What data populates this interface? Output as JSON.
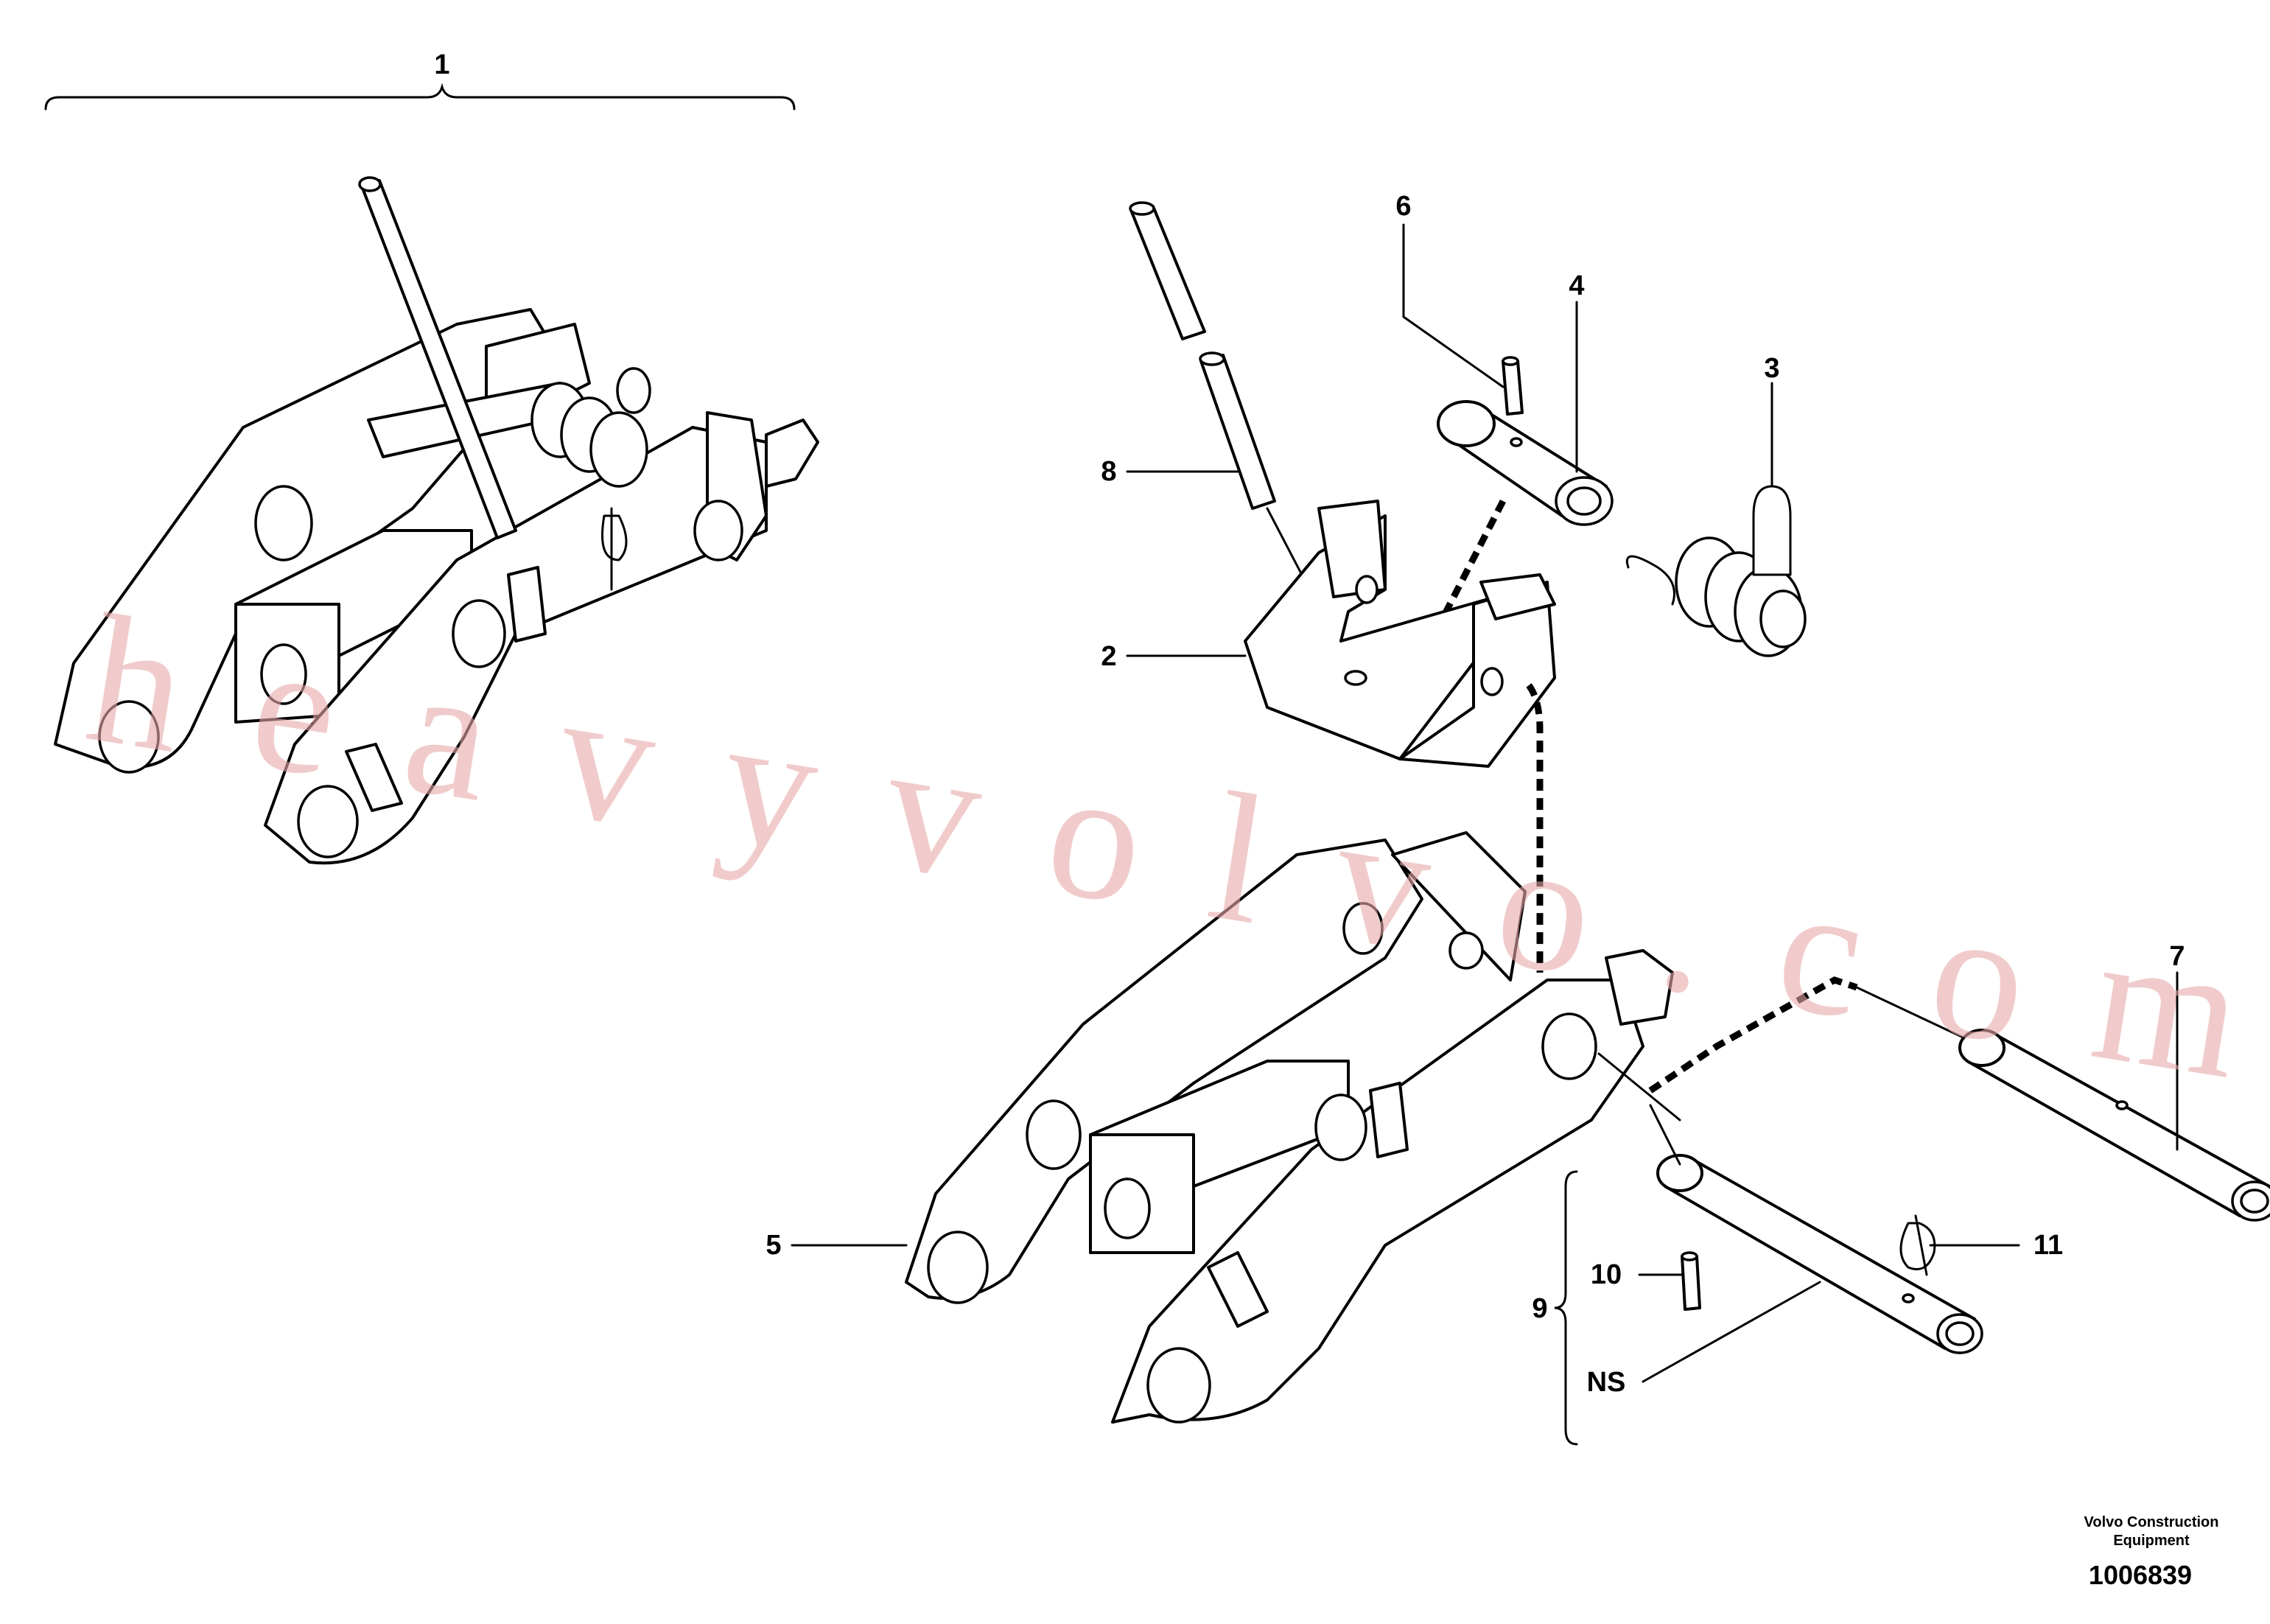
{
  "callouts": {
    "c1": "1",
    "c2": "2",
    "c3": "3",
    "c4": "4",
    "c5": "5",
    "c6": "6",
    "c7": "7",
    "c8": "8",
    "c9": "9",
    "c10": "10",
    "c11": "11",
    "ns": "NS"
  },
  "watermark": "heavyvolvo.com",
  "footer": {
    "company_line1": "Volvo Construction",
    "company_line2": "Equipment",
    "drawing_number": "1006839"
  }
}
